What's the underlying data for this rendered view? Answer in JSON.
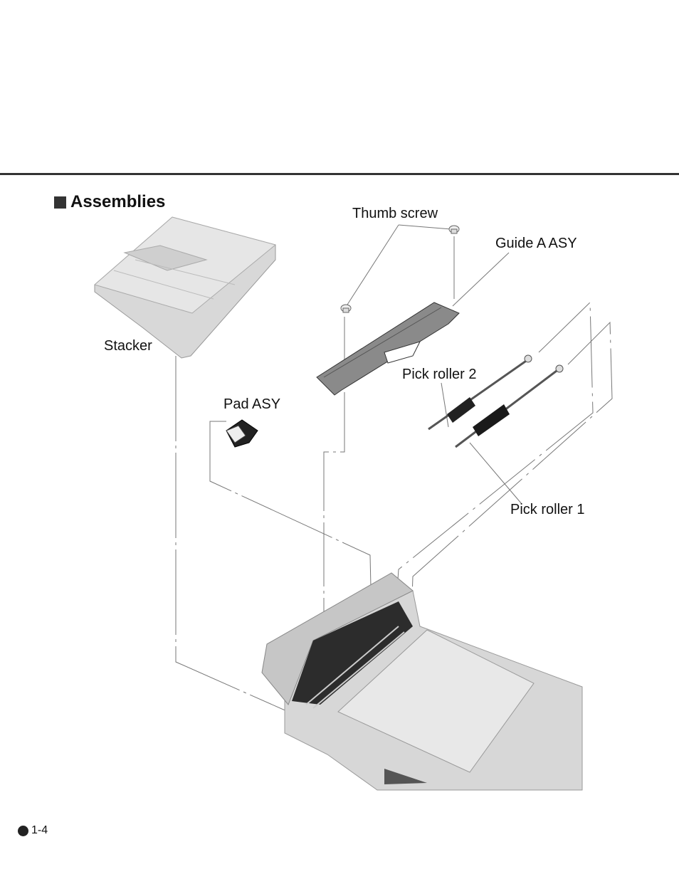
{
  "section": {
    "title": "Assemblies",
    "marker_icon": "square-bullet-icon"
  },
  "labels": {
    "thumb_screw": "Thumb screw",
    "guide_a_asy": "Guide A ASY",
    "stacker": "Stacker",
    "pick_roller_2": "Pick roller 2",
    "pad_asy": "Pad ASY",
    "pick_roller_1": "Pick roller 1"
  },
  "footer": {
    "page_number": "1-4",
    "bullet_icon": "circle-bullet-icon"
  }
}
